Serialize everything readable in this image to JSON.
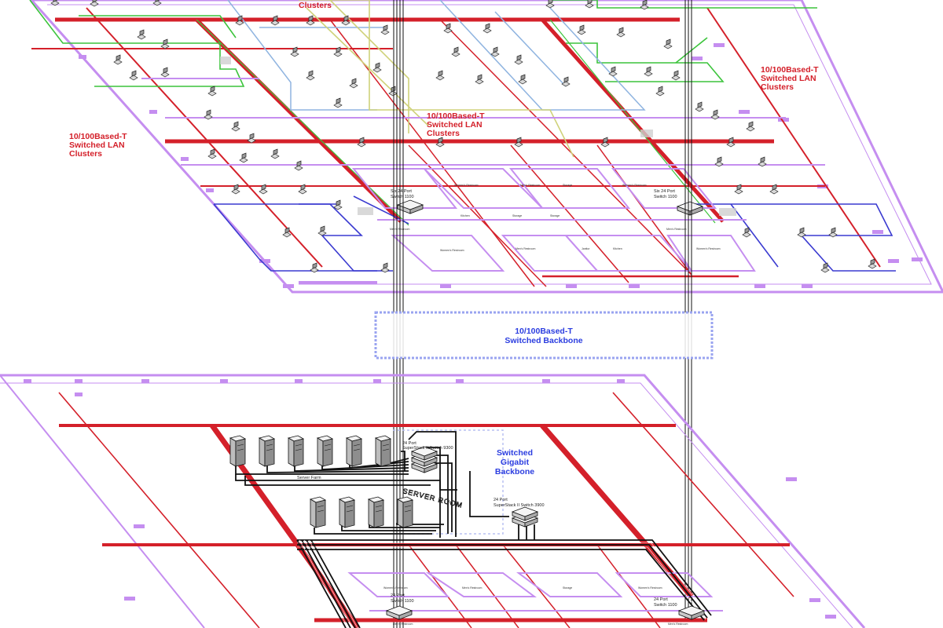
{
  "labels": {
    "clusters_top": "Clusters",
    "cluster_right": [
      "10/100Based-T",
      "Switched LAN",
      "Clusters"
    ],
    "cluster_center": [
      "10/100Based-T",
      "Switched LAN",
      "Clusters"
    ],
    "cluster_left": [
      "10/100Based-T",
      "Switched LAN",
      "Clusters"
    ],
    "switch_left_upper": [
      "Six 24 Port",
      "Switch 1100"
    ],
    "switch_right_upper": [
      "Six 24 Port",
      "Switch 1100"
    ],
    "backbone_100": [
      "10/100Based-T",
      "Switched Backbone"
    ],
    "gigabit_backbone": [
      "Switched",
      "Gigabit",
      "Backbone"
    ],
    "superstack_9300": [
      "24 Port",
      "SuperStack II Switch 9300"
    ],
    "superstack_3900": [
      "24 Port",
      "SuperStack II Switch 3900"
    ],
    "server_farm": "Server Farm",
    "server_room": "SERVER ROOM",
    "switch_left_lower": [
      "24 Port",
      "Switch 1100"
    ],
    "switch_right_lower": [
      "24 Port",
      "Switch 1100"
    ],
    "room_labels": [
      "Women's Restroom",
      "Men's Restroom",
      "Storage",
      "Kitchen",
      "Janitor",
      "Women's Restroom",
      "Men's Restroom",
      "Storage",
      "Kitchen"
    ]
  },
  "colors": {
    "red": "#d4202a",
    "purple": "#c58ef0",
    "green": "#3cc43c",
    "blue": "#3a3ad0",
    "light_blue": "#8fb4e0",
    "yellow_green": "#cfd27a",
    "label_red": "#d4202a",
    "label_blue": "#2b3de0"
  }
}
